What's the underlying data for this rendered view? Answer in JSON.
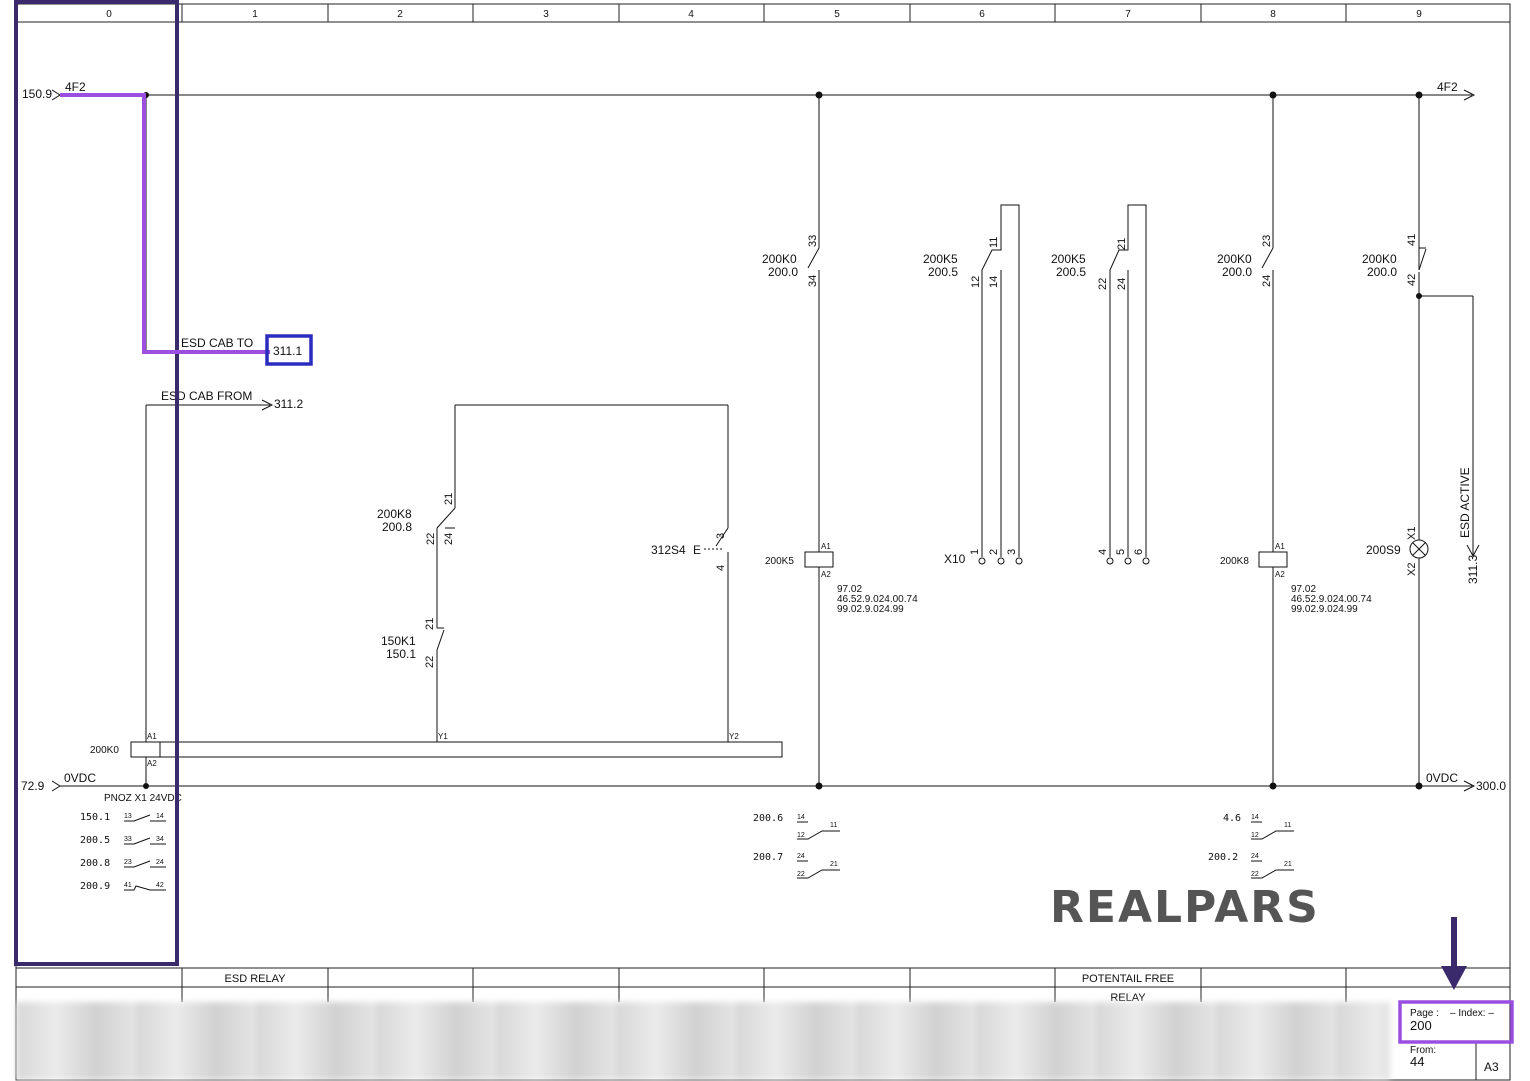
{
  "columns": [
    "0",
    "1",
    "2",
    "3",
    "4",
    "5",
    "6",
    "7",
    "8",
    "9"
  ],
  "top_rail": {
    "left_ref": "150.9",
    "left_label": "4F2",
    "right_label": "4F2"
  },
  "bottom_rail": {
    "left_ref": "72.9",
    "left_label": "0VDC",
    "right_label": "0VDC",
    "right_ref": "300.0"
  },
  "esd_cab_to": {
    "label": "ESD CAB TO",
    "ref": "311.1"
  },
  "esd_cab_from": {
    "label": "ESD CAB FROM",
    "ref": "311.2"
  },
  "pnoz": {
    "tag": "200K0",
    "label": "PNOZ X1 24VDC",
    "a1": "A1",
    "a2": "A2",
    "y1": "Y1",
    "y2": "Y2",
    "contacts": [
      {
        "ref": "150.1",
        "n1": "13",
        "n2": "14"
      },
      {
        "ref": "200.5",
        "n1": "33",
        "n2": "34"
      },
      {
        "ref": "200.8",
        "n1": "23",
        "n2": "24"
      },
      {
        "ref": "200.9",
        "n1": "41",
        "n2": "42"
      }
    ]
  },
  "contact_200k8": {
    "tag": "200K8",
    "ref": "200.8",
    "n1": "21",
    "n2": "22",
    "n3": "24"
  },
  "contact_150k1": {
    "tag": "150K1",
    "ref": "150.1",
    "n1": "21",
    "n2": "22"
  },
  "estop": {
    "tag": "312S4",
    "symbol": "E",
    "n1": "3",
    "n2": "4"
  },
  "col5": {
    "contact_tag": "200K0",
    "contact_ref": "200.0",
    "n1": "33",
    "n2": "34",
    "coil_tag": "200K5",
    "a1": "A1",
    "a2": "A2",
    "parts": [
      "97.02",
      "46.52.9.024.00.74",
      "99.02.9.024.99"
    ],
    "xrefs": [
      {
        "ref": "200.6",
        "n1": "14",
        "n2": "12",
        "n3": "11"
      },
      {
        "ref": "200.7",
        "n1": "24",
        "n2": "22",
        "n3": "21"
      }
    ]
  },
  "col6": {
    "tag": "200K5",
    "ref": "200.5",
    "n1": "11",
    "n2": "12",
    "n3": "14",
    "terminal": "X10",
    "t1": "1",
    "t2": "2",
    "t3": "3"
  },
  "col7": {
    "tag": "200K5",
    "ref": "200.5",
    "n1": "21",
    "n2": "22",
    "n3": "24",
    "t1": "4",
    "t2": "5",
    "t3": "6"
  },
  "col8": {
    "contact_tag": "200K0",
    "contact_ref": "200.0",
    "n1": "23",
    "n2": "24",
    "coil_tag": "200K8",
    "a1": "A1",
    "a2": "A2",
    "parts": [
      "97.02",
      "46.52.9.024.00.74",
      "99.02.9.024.99"
    ],
    "xrefs": [
      {
        "ref": "4.6",
        "n1": "14",
        "n2": "12",
        "n3": "11"
      },
      {
        "ref": "200.2",
        "n1": "24",
        "n2": "22",
        "n3": "21"
      }
    ]
  },
  "col9": {
    "contact_tag": "200K0",
    "contact_ref": "200.0",
    "n1": "41",
    "n2": "42",
    "lamp_tag": "200S9",
    "x1": "X1",
    "x2": "X2",
    "out_label": "ESD ACTIVE",
    "out_ref": "311.3"
  },
  "logo": "REALPARS",
  "footer": {
    "col1": "ESD RELAY",
    "col7_line1": "POTENTAIL FREE",
    "col7_line2": "RELAY",
    "page_label": "Page :",
    "index_label": "– Index:  –",
    "page_value": "200",
    "from_label": "From:",
    "from_value": "44",
    "size": "A3"
  },
  "colors": {
    "highlight_dark": "#3b2a6b",
    "highlight_purple": "#9b4fe0",
    "highlight_blue": "#2b2bbf",
    "logo": "#555555"
  }
}
